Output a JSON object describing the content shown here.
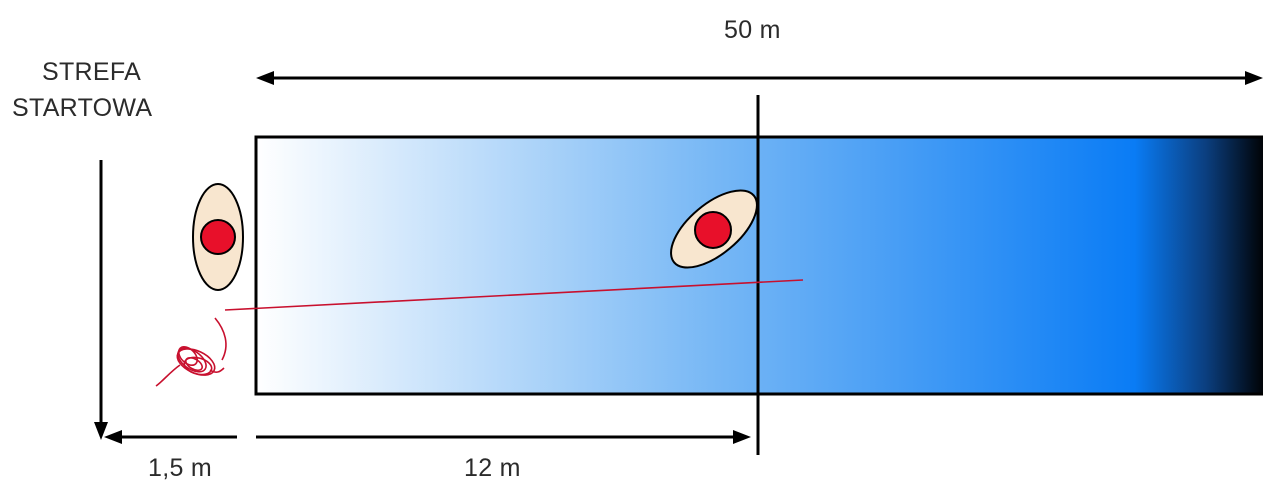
{
  "labels": {
    "zone_line1": "STREFA",
    "zone_line2": "STARTOWA",
    "total_length": "50 m",
    "zone_width": "1,5 m",
    "distance_12": "12 m"
  },
  "colors": {
    "pool_start": "#ffffff",
    "pool_mid": "#0a7cf5",
    "pool_end": "#000000",
    "person_fill": "#f8e6cf",
    "person_head": "#e8102a",
    "rope": "#c8102e",
    "line": "#000000"
  },
  "icons": {
    "person": "swimmer-top-view-icon",
    "rope": "coiled-rope-icon"
  }
}
